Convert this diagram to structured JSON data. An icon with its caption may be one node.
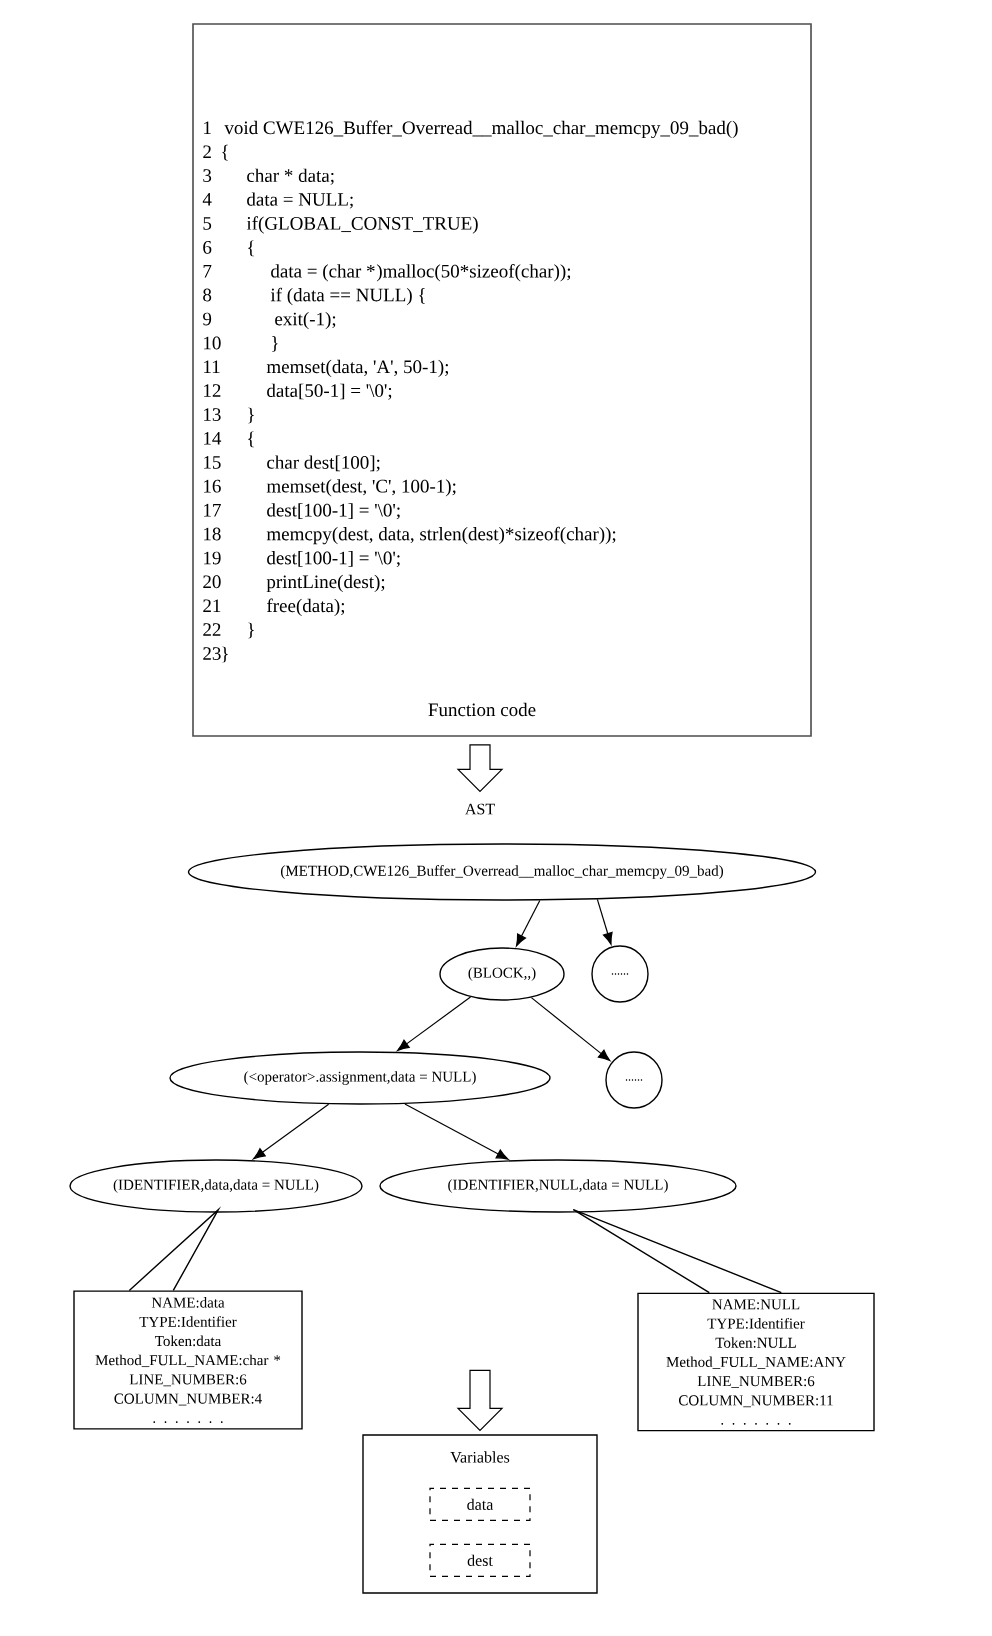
{
  "diagram": {
    "nodes": [
      {
        "text": [
          "1",
          "void CWE126_Buffer_Overread__malloc_char_memcpy_09_bad()",
          "2",
          "{",
          "3",
          "char * data;",
          "4",
          "data = NULL;",
          "5",
          "if(GLOBAL_CONST_TRUE)",
          "6",
          "{",
          "7",
          "data = (char *",
          ")malloc(50*sizeof(char));",
          "8",
          "if (data == NULL) {",
          "9",
          "exit(-1);",
          "10",
          "}",
          "11",
          "memset(data, 'A', 50-1);",
          "12",
          "data[50-1] = '\\0';",
          "13",
          "}",
          "14",
          "{",
          "15",
          "char dest[100];",
          "16",
          "memset(dest, 'C', 100-1);",
          "17",
          "dest[100-1] = '\\0';",
          "18",
          "memcpy(dest, data, strlen(dest)*sizeof(char));",
          "19",
          "dest[100-1] = '\\0';",
          "20",
          "printLine(dest);",
          "21",
          "free(data);",
          "22",
          "}",
          "23",
          "}",
          "Function code"
        ]
      },
      {
        "text": [
          "(METHOD,CWE126_Buffer_Overread__malloc_char_memcpy_09_bad)"
        ]
      },
      {
        "text": [
          "(BLOCK,,)"
        ]
      },
      {
        "text": [
          "......"
        ]
      },
      {
        "text": [
          "(<operator>.assignment,data = NULL)"
        ]
      },
      {
        "text": [
          "......"
        ]
      },
      {
        "text": [
          "(IDENTIFIER,data,data = NULL)"
        ]
      },
      {
        "text": [
          "(IDENTIFIER,NULL,data = NULL)"
        ]
      },
      {
        "text": [
          "NAME:data",
          "TYPE:Identifier",
          "Token:data",
          "Method_FULL_NAME:char *",
          "LINE_NUMBER:6",
          "COLUMN_NUMBER:4",
          ". . . . . . ."
        ]
      },
      {
        "text": [
          "NAME:NULL",
          "TYPE:Identifier",
          "Token:NULL",
          "Method_FULL_NAME:ANY",
          "LINE_NUMBER:6",
          "COLUMN_NUMBER:11",
          ". . . . . . ."
        ]
      },
      {
        "text": [
          "Variables"
        ]
      },
      {
        "text": [
          "data"
        ],
        "in": 10
      },
      {
        "text": [
          "dest"
        ],
        "in": 10
      }
    ],
    "edges": [
      {
        "from": 0,
        "to": 1,
        "arrow": "to",
        "label": "AST",
        "style": "thick"
      },
      {
        "from": 1,
        "to": 2,
        "arrow": "to"
      },
      {
        "from": 1,
        "to": 3,
        "arrow": "to"
      },
      {
        "from": 2,
        "to": 4,
        "arrow": "to"
      },
      {
        "from": 2,
        "to": 5,
        "arrow": "to"
      },
      {
        "from": 4,
        "to": 6,
        "arrow": "to"
      },
      {
        "from": 4,
        "to": 7,
        "arrow": "to"
      },
      {
        "from": 8,
        "to": 6,
        "arrow": "none"
      },
      {
        "from": 9,
        "to": 7,
        "arrow": "none"
      },
      {
        "from": null,
        "to": 10,
        "arrow": "to",
        "style": "thick"
      }
    ]
  }
}
